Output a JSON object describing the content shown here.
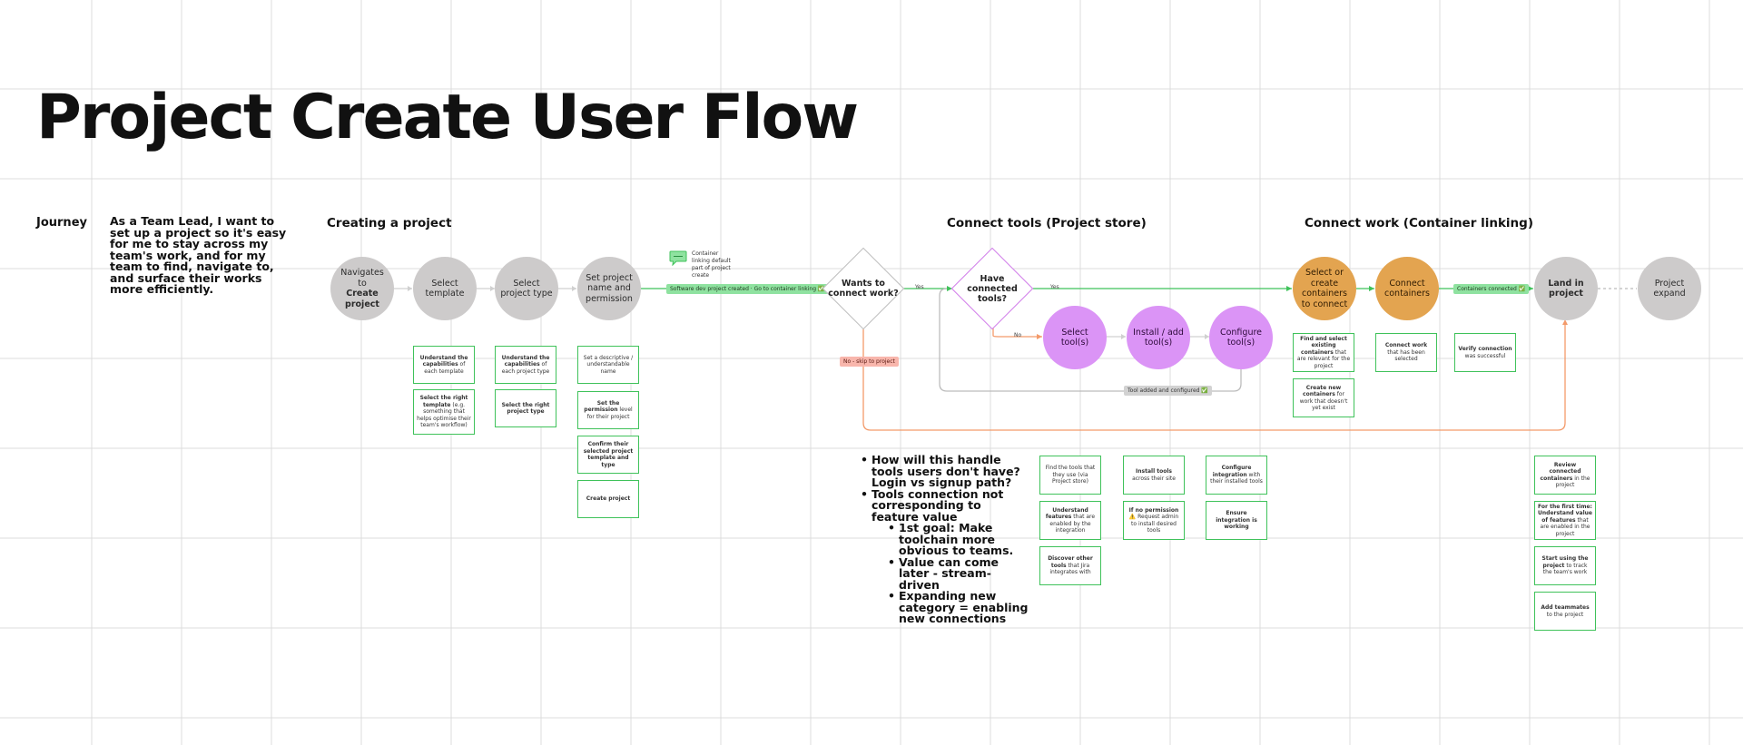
{
  "title": "Project Create User Flow",
  "journey_label": "Journey",
  "user_story": "As a Team Lead, I want to set up a project so it's easy for me to stay across my team's work, and for my team to find, navigate to, and surface their works more efficiently.",
  "sections": {
    "creating": "Creating a project",
    "connect_tools": "Connect tools (Project store)",
    "connect_work": "Connect work (Container linking)"
  },
  "nodes": {
    "navigates": {
      "pre": "Navigates to",
      "bold": "Create project"
    },
    "select_template": "Select template",
    "select_type": "Select project type",
    "set_name": "Set project name and permission",
    "wants_connect": "Wants to connect work?",
    "have_tools": "Have connected tools?",
    "select_tools": "Select tool(s)",
    "install_tools": "Install / add tool(s)",
    "configure_tools": "Configure tool(s)",
    "select_containers": "Select or create containers to connect",
    "connect_containers": "Connect containers",
    "land_in_project": "Land in project",
    "project_expand": "Project expand"
  },
  "tags": {
    "software_dev": "Software dev project created · Go to container linking ✅",
    "no_skip": "No - skip to project",
    "tool_added": "Tool added and configured ✅",
    "containers_connected": "Containers connected ✅"
  },
  "edge_labels": {
    "yes1": "Yes",
    "yes2": "Yes",
    "no": "No"
  },
  "note": {
    "text": "Container linking default part of project create",
    "icon": "chat-bubble-icon"
  },
  "cards": {
    "template": [
      {
        "b": "Understand the capabilities",
        "t": " of each template"
      },
      {
        "b": "Select the right template",
        "t": " (e.g. something that helps optimise their team's workflow)"
      }
    ],
    "type": [
      {
        "b": "Understand the capabilities",
        "t": " of each project type"
      },
      {
        "b": "Select the right project type",
        "t": ""
      }
    ],
    "name": [
      {
        "b": "",
        "t": "Set a descriptive / understandable name"
      },
      {
        "b": "Set the permission",
        "t": " level for their project"
      },
      {
        "b": "Confirm their selected project template and type",
        "t": ""
      },
      {
        "b": "Create project",
        "t": ""
      }
    ],
    "select_tools": [
      {
        "b": "",
        "t": "Find the tools that they use (via Project store)"
      },
      {
        "b": "Understand features",
        "t": " that are enabled by the integration"
      },
      {
        "b": "Discover other tools",
        "t": " that Jira integrates with"
      }
    ],
    "install_tools": [
      {
        "b": "Install tools",
        "t": " across their site"
      },
      {
        "b": "If no permission",
        "t": " ⚠️ Request admin to install desired tools"
      }
    ],
    "configure_tools": [
      {
        "b": "Configure integration",
        "t": " with their installed tools"
      },
      {
        "b": "Ensure integration is working",
        "t": ""
      }
    ],
    "select_containers": [
      {
        "b": "Find and select existing containers",
        "t": " that are relevant for the project"
      },
      {
        "b": "Create new containers",
        "t": " for work that doesn't yet exist"
      }
    ],
    "connect_containers": [
      {
        "b": "Connect work",
        "t": " that has been selected"
      }
    ],
    "containers_connected": [
      {
        "b": "Verify connection",
        "t": " was successful"
      }
    ],
    "land": [
      {
        "b": "Review connected containers",
        "t": " in the project"
      },
      {
        "b": "For the first time: Understand value of features",
        "t": " that are enabled in the project"
      },
      {
        "b": "Start using the project",
        "t": " to track the team's work"
      },
      {
        "b": "Add teammates",
        "t": " to the project"
      }
    ]
  },
  "questions": [
    {
      "text": "How will this handle tools users don't have? Login vs signup path?"
    },
    {
      "text": "Tools connection not corresponding to feature value",
      "sub": [
        "1st goal: Make toolchain more obvious to teams.",
        "Value can come later - stream-driven",
        "Expanding new category = enabling new connections"
      ]
    }
  ],
  "colors": {
    "grey_node": "#cdcbcb",
    "purple_node": "#db94f6",
    "orange_node": "#e3a450",
    "green_line": "#3fc25a",
    "orange_line": "#f39a6a",
    "grid": "#dadada"
  }
}
